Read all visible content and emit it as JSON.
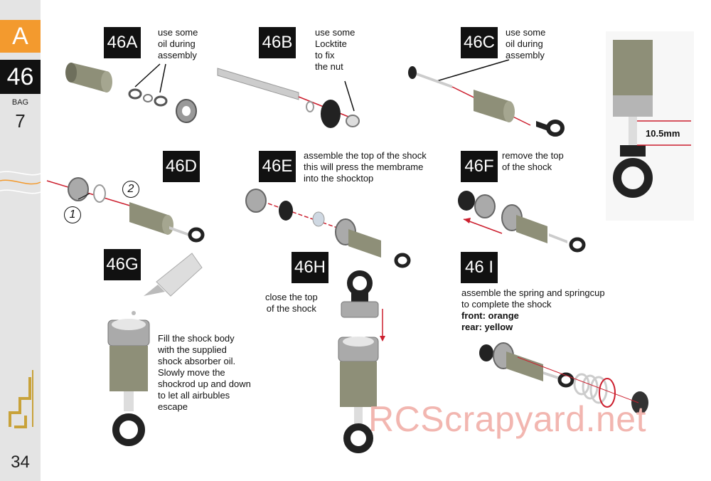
{
  "sidebar": {
    "section_letter": "A",
    "step_number": "46",
    "bag_label": "BAG",
    "bag_number": "7",
    "page_number": "34"
  },
  "steps": {
    "s46A": {
      "label": "46A",
      "note": [
        "use some",
        "oil during",
        "assembly"
      ]
    },
    "s46B": {
      "label": "46B",
      "note": [
        "use some",
        "Locktite",
        "to fix",
        "the nut"
      ]
    },
    "s46C": {
      "label": "46C",
      "note": [
        "use some",
        "oil during",
        "assembly"
      ]
    },
    "s46D": {
      "label": "46D",
      "callouts": [
        "1",
        "2"
      ]
    },
    "s46E": {
      "label": "46E",
      "note": [
        "assemble the top of the shock",
        "this will press the membrame",
        "into the shocktop"
      ]
    },
    "s46F": {
      "label": "46F",
      "note": [
        "remove the top",
        "of the shock"
      ]
    },
    "s46G": {
      "label": "46G",
      "note": [
        "Fill the shock body",
        "with the supplied",
        "shock absorber oil.",
        "Slowly move the",
        "shockrod up and down",
        "to let all airbubles",
        "escape"
      ]
    },
    "s46H": {
      "label": "46H",
      "note": [
        "close the top",
        "of the shock"
      ]
    },
    "s46I": {
      "label": "46 I",
      "note": [
        "assemble the spring and springcup",
        "to complete the shock"
      ],
      "front": "front: orange",
      "rear": "rear: yellow"
    }
  },
  "measurement": "10.5mm",
  "watermark": "RCScrapyard.net",
  "colors": {
    "accent": "#f39a2e",
    "arrow": "#cc1f2e",
    "body": "#8e8f78"
  }
}
